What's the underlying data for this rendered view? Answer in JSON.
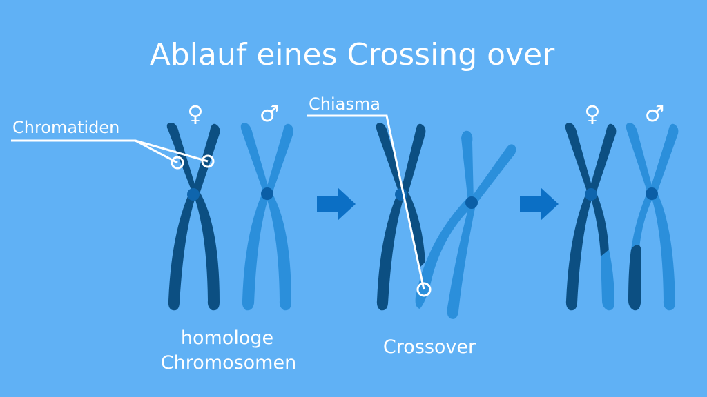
{
  "title": "Ablauf eines Crossing over",
  "labels": {
    "chromatids": "Chromatiden",
    "chiasma": "Chiasma",
    "homologous_line1": "homologe",
    "homologous_line2": "Chromosomen",
    "crossover": "Crossover"
  },
  "symbols": {
    "female": "♀",
    "male": "♂"
  },
  "colors": {
    "background": "#60b1f5",
    "maternal": "#0c4f82",
    "paternal": "#2b8fdb",
    "centromere_maternal": "#0f65ad",
    "centromere_paternal": "#0b5ea6",
    "arrow": "#0b6fc5",
    "annotation": "#ffffff"
  }
}
